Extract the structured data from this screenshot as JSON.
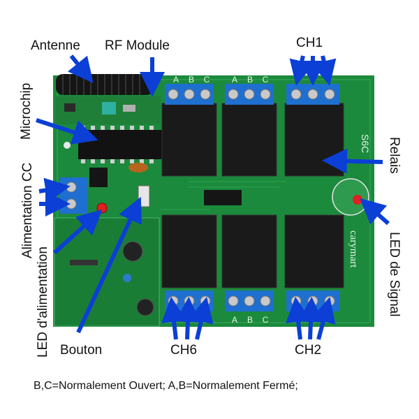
{
  "labels": {
    "antenne": "Antenne",
    "rf_module": "RF Module",
    "ch1": "CH1",
    "microchip": "Microchip",
    "alimentation": "Alimentation CC",
    "led_alim": "LED d'alimentation",
    "relais": "Relais",
    "led_signal": "LED de Signal",
    "bouton": "Bouton",
    "ch6": "CH6",
    "ch2": "CH2"
  },
  "board": {
    "model": "S6C",
    "brand": "carymart",
    "terminal_letters": [
      "A",
      "B",
      "C"
    ]
  },
  "note": "B,C=Normalement Ouvert; A,B=Normalement Fermé;",
  "colors": {
    "pcb": "#1c8a3c",
    "relay": "#1a1a1a",
    "terminal": "#1f6fd0",
    "arrow": "#0b3fd6",
    "led": "#e02020"
  }
}
